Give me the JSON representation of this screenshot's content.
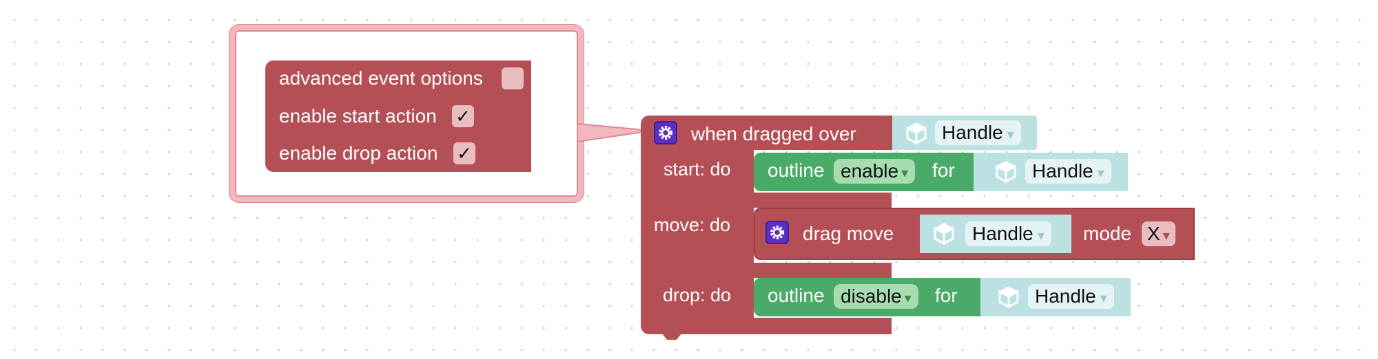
{
  "mutator": {
    "options": [
      {
        "label": "advanced event options",
        "checked": false,
        "mark": ""
      },
      {
        "label": "enable start action",
        "checked": true,
        "mark": "✓"
      },
      {
        "label": "enable drop action",
        "checked": true,
        "mark": "✓"
      }
    ]
  },
  "event_block": {
    "title": "when dragged over",
    "target": "Handle",
    "start_label": "start: do",
    "move_label": "move: do",
    "drop_label": "drop: do"
  },
  "start_stmt": {
    "verb": "outline",
    "mode": "enable",
    "connector": "for",
    "target": "Handle"
  },
  "move_stmt": {
    "verb": "drag move",
    "target": "Handle",
    "mode_label": "mode",
    "mode_value": "X"
  },
  "drop_stmt": {
    "verb": "outline",
    "mode": "disable",
    "connector": "for",
    "target": "Handle"
  },
  "dropdown_arrow": "▾",
  "colors": {
    "event_red": "#b34f55",
    "outline_green": "#4aaa68",
    "object_teal": "#bbe1e3",
    "gear_purple": "#5b2fc4",
    "bubble_pink": "#f2b8bd"
  },
  "icons": {
    "mutator": "gear-icon",
    "object": "cube-icon"
  }
}
